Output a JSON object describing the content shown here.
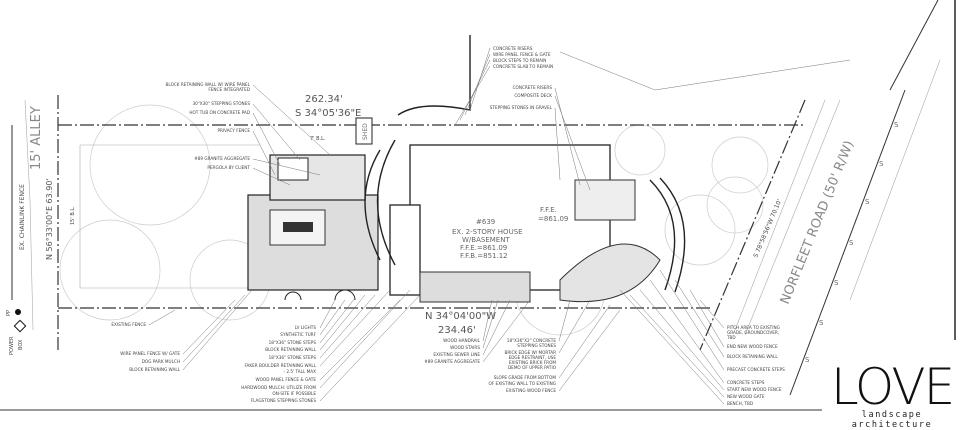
{
  "plan": {
    "alley": "15' ALLEY",
    "chainlink": "EX. CHAINLINK FENCE",
    "pp": "PP",
    "power_box": [
      "POWER",
      "BOX"
    ],
    "west_bearing": "N 56°33'00\"E 63.90'",
    "setback_rear": "15' B.L.",
    "setback_side": "7' B.L.",
    "north_dist": "262.34'",
    "north_bearing": "S 34°05'36\"E",
    "south_bearing": "N 34°04'00\"W",
    "south_dist": "234.46'",
    "east_bearing": "S 78°58'56\"W 70.10'",
    "road": "NORFLEET ROAD (50' R/W)",
    "sewer_marker": "S",
    "shed": "SHED",
    "house": [
      "#639",
      "EX. 2-STORY HOUSE",
      "W/BASEMENT",
      "F.F.E.=861.09",
      "F.F.B.=851.12"
    ],
    "deck_ffe": [
      "F.F.E.",
      "=861.09"
    ]
  },
  "labels_top_left": [
    "BLOCK RETAINING WALL W/ WIRE PANEL",
    "FENCE INTEGRATED",
    "30\"X30\" STEPPING STONES",
    "HOT TUB ON CONCRETE PAD",
    "PRIVACY FENCE",
    "#89 GRANITE AGGREGATE",
    "PERGOLA BY CLIENT"
  ],
  "labels_top_mid": [
    "CONCRETE RISERS",
    "WIRE PANEL FENCE & GATE",
    "BLOCK STEPS TO REMAIN",
    "CONCRETE SLAB TO REMAIN"
  ],
  "labels_top_mid2": [
    "CONCRETE RISERS",
    "COMPOSITE DECK",
    "STEPPING STONES IN GRAVEL"
  ],
  "labels_bottom_far_left": [
    "EXISTING FENCE",
    "WIRE PANEL FENCE W/ GATE",
    "DOG PARK MULCH",
    "BLOCK RETAINING WALL"
  ],
  "labels_bottom_left": [
    "LV LIGHTS",
    "SYNTHETIC TURF",
    "18\"X36\" STONE STEPS",
    "BLOCK RETAINING WALL",
    "18\"X36\" STONE STEPS",
    "FAKER BOULDER RETAINING WALL",
    "- 2.5' TALL MAX",
    "WOOD PANEL FENCE & GATE",
    "HARDWOOD MULCH: UTILIZE FROM",
    "ON-SITE IF POSSIBLE",
    "FLAGSTONE STEPPING STONES"
  ],
  "labels_bottom_mid": [
    "WOOD HANDRAIL",
    "WOOD STAIRS",
    "EXISTING SEWER LINE",
    "#89 GRANITE AGGREGATE"
  ],
  "labels_bottom_mid2": [
    "18\"X36\"X2\" CONCRETE",
    "STEPPING STONES",
    "BRICK EDGE W/ MORTAR",
    "EDGE RESTRAINT, USE",
    "EXISTING BRICK FROM",
    "DEMO OF UPPER PATIO",
    "SLOPE GRADE FROM BOTTOM",
    "OF EXISTING WALL TO EXISTING",
    "EXISTING WOOD FENCE"
  ],
  "labels_bottom_right": [
    "PITCH AREA TO EXISTING",
    "GRADE, GROUNDCOVER,",
    "TBD",
    "END NEW WOOD FENCE",
    "BLOCK RETAINING WALL",
    "PRECAST CONCRETE STEPS",
    "CONCRETE STEPS",
    "START NEW WOOD FENCE",
    "NEW WOOD GATE",
    "BENCH, TBD"
  ],
  "logo": {
    "word": "LOVE",
    "sub": "landscape architecture"
  }
}
